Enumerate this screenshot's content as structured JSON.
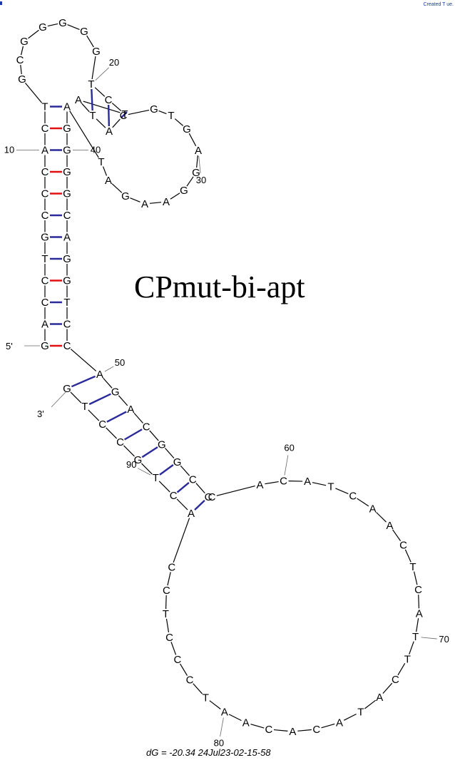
{
  "header": {
    "corner_text": "Created T ue."
  },
  "title": "CPmut-bi-apt",
  "footer": {
    "dg_text": "dG = -20.34 24Jul23-02-15-58"
  },
  "colors": {
    "gc_pair": "#e01010",
    "at_pair": "#2a2a9a",
    "backbone": "#000000"
  },
  "structure": {
    "strand_labels": [
      {
        "id": "five_prime",
        "text": "5'"
      },
      {
        "id": "three_prime",
        "text": "3'"
      }
    ],
    "nucleotides": [
      {
        "id": 1,
        "base": "G"
      },
      {
        "id": 2,
        "base": "A"
      },
      {
        "id": 3,
        "base": "C"
      },
      {
        "id": 4,
        "base": "C"
      },
      {
        "id": 5,
        "base": "T"
      },
      {
        "id": 6,
        "base": "G"
      },
      {
        "id": 7,
        "base": "C"
      },
      {
        "id": 8,
        "base": "C"
      },
      {
        "id": 9,
        "base": "C"
      },
      {
        "id": 10,
        "base": "A"
      },
      {
        "id": 11,
        "base": "C"
      },
      {
        "id": 12,
        "base": "T"
      },
      {
        "id": 13,
        "base": "G"
      },
      {
        "id": 14,
        "base": "C"
      },
      {
        "id": 15,
        "base": "G"
      },
      {
        "id": 16,
        "base": "G"
      },
      {
        "id": 17,
        "base": "G"
      },
      {
        "id": 18,
        "base": "G"
      },
      {
        "id": 19,
        "base": "G"
      },
      {
        "id": 20,
        "base": "T"
      },
      {
        "id": 21,
        "base": "C"
      },
      {
        "id": 22,
        "base": "T"
      },
      {
        "id": 23,
        "base": "A"
      },
      {
        "id": 24,
        "base": "T"
      },
      {
        "id": 25,
        "base": "A"
      },
      {
        "id": 26,
        "base": "C"
      },
      {
        "id": 27,
        "base": "G"
      },
      {
        "id": 28,
        "base": "T"
      },
      {
        "id": 29,
        "base": "G"
      },
      {
        "id": 30,
        "base": "A"
      },
      {
        "id": 31,
        "base": "G"
      },
      {
        "id": 32,
        "base": "G"
      },
      {
        "id": 33,
        "base": "A"
      },
      {
        "id": 34,
        "base": "A"
      },
      {
        "id": 35,
        "base": "G"
      },
      {
        "id": 36,
        "base": "A"
      },
      {
        "id": 37,
        "base": "T"
      },
      {
        "id": 38,
        "base": "A"
      },
      {
        "id": 39,
        "base": "G"
      },
      {
        "id": 40,
        "base": "G"
      },
      {
        "id": 41,
        "base": "G"
      },
      {
        "id": 42,
        "base": "G"
      },
      {
        "id": 43,
        "base": "C"
      },
      {
        "id": 44,
        "base": "A"
      },
      {
        "id": 45,
        "base": "G"
      },
      {
        "id": 46,
        "base": "G"
      },
      {
        "id": 47,
        "base": "T"
      },
      {
        "id": 48,
        "base": "C"
      },
      {
        "id": 49,
        "base": "C"
      },
      {
        "id": 50,
        "base": "A"
      },
      {
        "id": 51,
        "base": "G"
      },
      {
        "id": 52,
        "base": "A"
      },
      {
        "id": 53,
        "base": "C"
      },
      {
        "id": 54,
        "base": "G"
      },
      {
        "id": 55,
        "base": "G"
      },
      {
        "id": 56,
        "base": "C"
      },
      {
        "id": 57,
        "base": "C"
      },
      {
        "id": 58,
        "base": "C"
      },
      {
        "id": 59,
        "base": "A"
      },
      {
        "id": 60,
        "base": "C"
      },
      {
        "id": 61,
        "base": "A"
      },
      {
        "id": 62,
        "base": "T"
      },
      {
        "id": 63,
        "base": "C"
      },
      {
        "id": 64,
        "base": "A"
      },
      {
        "id": 65,
        "base": "A"
      },
      {
        "id": 66,
        "base": "C"
      },
      {
        "id": 67,
        "base": "T"
      },
      {
        "id": 68,
        "base": "C"
      },
      {
        "id": 69,
        "base": "A"
      },
      {
        "id": 70,
        "base": "T"
      },
      {
        "id": 71,
        "base": "T"
      },
      {
        "id": 72,
        "base": "C"
      },
      {
        "id": 73,
        "base": "A"
      },
      {
        "id": 74,
        "base": "T"
      },
      {
        "id": 75,
        "base": "A"
      },
      {
        "id": 76,
        "base": "C"
      },
      {
        "id": 77,
        "base": "A"
      },
      {
        "id": 78,
        "base": "C"
      },
      {
        "id": 79,
        "base": "A"
      },
      {
        "id": 80,
        "base": "A"
      },
      {
        "id": 81,
        "base": "T"
      },
      {
        "id": 82,
        "base": "C"
      },
      {
        "id": 83,
        "base": "C"
      },
      {
        "id": 84,
        "base": "C"
      },
      {
        "id": 85,
        "base": "T"
      },
      {
        "id": 86,
        "base": "C"
      },
      {
        "id": 87,
        "base": "C"
      },
      {
        "id": 88,
        "base": "A"
      },
      {
        "id": 89,
        "base": "C"
      },
      {
        "id": 90,
        "base": "T"
      },
      {
        "id": 91,
        "base": "G"
      },
      {
        "id": 92,
        "base": "C"
      },
      {
        "id": 93,
        "base": "C"
      },
      {
        "id": 94,
        "base": "T"
      },
      {
        "id": 95,
        "base": "G"
      }
    ],
    "pairs": [
      [
        1,
        49
      ],
      [
        2,
        48
      ],
      [
        3,
        47
      ],
      [
        4,
        46
      ],
      [
        5,
        45
      ],
      [
        6,
        44
      ],
      [
        7,
        43
      ],
      [
        8,
        42
      ],
      [
        9,
        41
      ],
      [
        10,
        40
      ],
      [
        11,
        39
      ],
      [
        12,
        38
      ],
      [
        20,
        24
      ],
      [
        21,
        25
      ],
      [
        22,
        26
      ],
      [
        50,
        95
      ],
      [
        51,
        94
      ],
      [
        52,
        93
      ],
      [
        53,
        92
      ],
      [
        54,
        91
      ],
      [
        55,
        90
      ],
      [
        56,
        89
      ],
      [
        57,
        88
      ]
    ],
    "index_labels": [
      {
        "nuc": 10,
        "text": "10"
      },
      {
        "nuc": 20,
        "text": "20"
      },
      {
        "nuc": 30,
        "text": "30"
      },
      {
        "nuc": 40,
        "text": "40"
      },
      {
        "nuc": 50,
        "text": "50"
      },
      {
        "nuc": 60,
        "text": "60"
      },
      {
        "nuc": 70,
        "text": "70"
      },
      {
        "nuc": 80,
        "text": "80"
      },
      {
        "nuc": 90,
        "text": "90"
      }
    ]
  }
}
